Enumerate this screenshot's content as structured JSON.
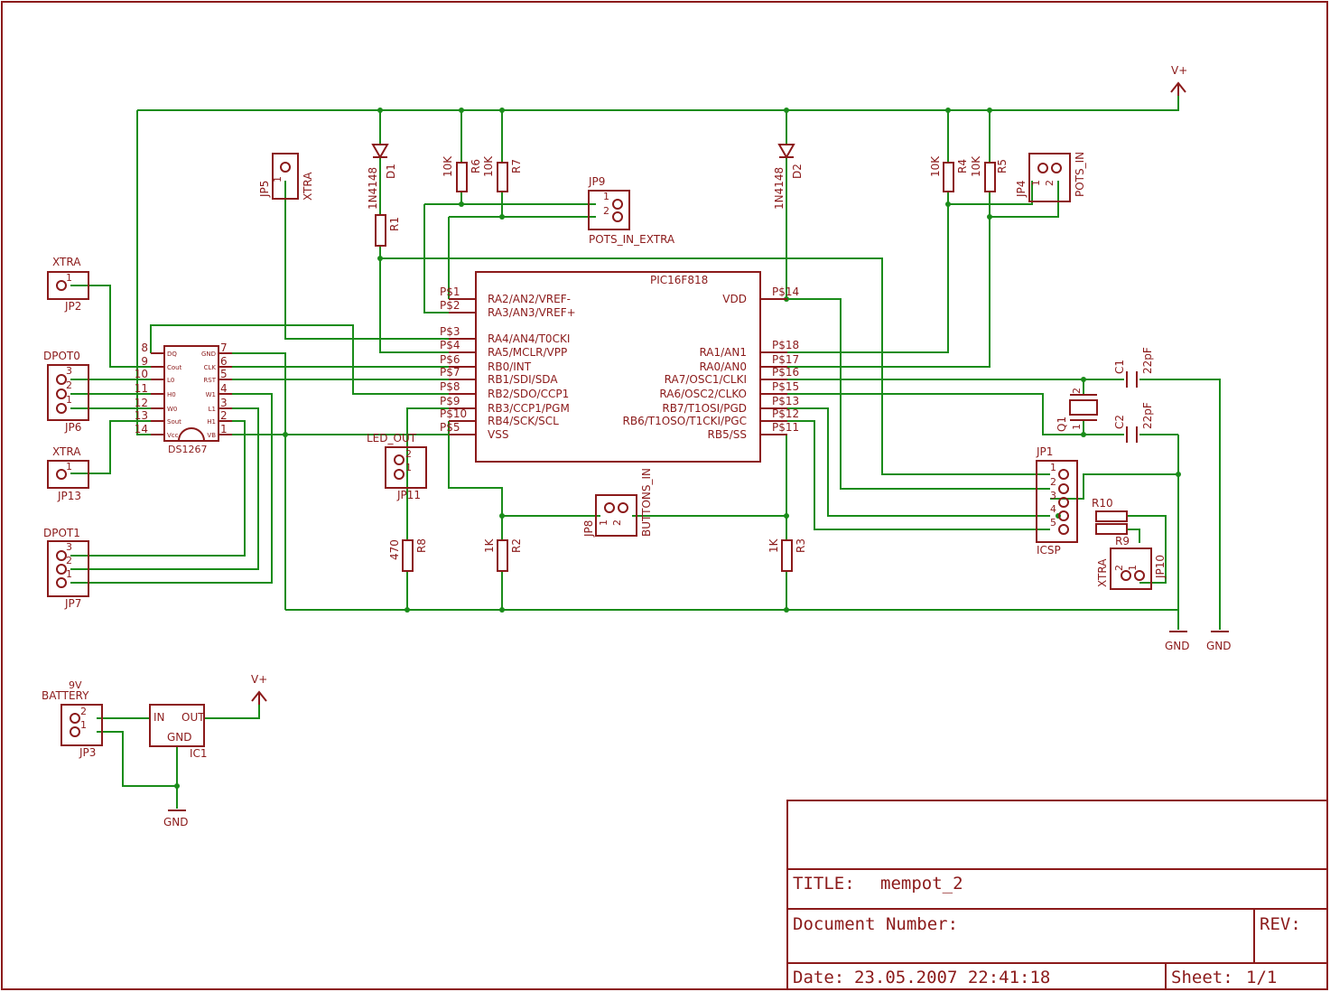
{
  "title_block": {
    "title_label": "TITLE:",
    "title_value": "mempot_2",
    "docnum_label": "Document Number:",
    "rev_label": "REV:",
    "date_label": "Date:",
    "date_value": "23.05.2007 22:41:18",
    "sheet_label": "Sheet:",
    "sheet_value": "1/1"
  },
  "mcu": {
    "name": "PIC16F818",
    "left_pins": [
      {
        "pad": "P$1",
        "label": "RA2/AN2/VREF-"
      },
      {
        "pad": "P$2",
        "label": "RA3/AN3/VREF+"
      },
      {
        "pad": "P$3",
        "label": "RA4/AN4/T0CKI"
      },
      {
        "pad": "P$4",
        "label": "RA5/MCLR/VPP"
      },
      {
        "pad": "P$6",
        "label": "RB0/INT"
      },
      {
        "pad": "P$7",
        "label": "RB1/SDI/SDA"
      },
      {
        "pad": "P$8",
        "label": "RB2/SDO/CCP1"
      },
      {
        "pad": "P$9",
        "label": "RB3/CCP1/PGM"
      },
      {
        "pad": "P$10",
        "label": "RB4/SCK/SCL"
      },
      {
        "pad": "P$5",
        "label": "VSS"
      }
    ],
    "right_pins": [
      {
        "pad": "P$14",
        "label": "VDD"
      },
      {
        "pad": "P$18",
        "label": "RA1/AN1"
      },
      {
        "pad": "P$17",
        "label": "RA0/AN0"
      },
      {
        "pad": "P$16",
        "label": "RA7/OSC1/CLKI"
      },
      {
        "pad": "P$15",
        "label": "RA6/OSC2/CLKO"
      },
      {
        "pad": "P$13",
        "label": "RB7/T1OSI/PGD"
      },
      {
        "pad": "P$12",
        "label": "RB6/T1OSO/T1CKI/PGC"
      },
      {
        "pad": "P$11",
        "label": "RB5/SS"
      }
    ]
  },
  "ds1267": {
    "name": "DS1267",
    "left_nums": [
      "8",
      "9",
      "10",
      "11",
      "12",
      "13",
      "14"
    ],
    "left_labels": [
      "DQ",
      "Cout",
      "L0",
      "H0",
      "W0",
      "Sout",
      "Vcc"
    ],
    "right_nums": [
      "7",
      "6",
      "5",
      "4",
      "3",
      "2",
      "1"
    ],
    "right_labels": [
      "GND",
      "CLK",
      "RST",
      "W1",
      "L1",
      "H1",
      "VB"
    ]
  },
  "connectors": {
    "jp2": {
      "name": "JP2",
      "value": "XTRA",
      "pin": "1"
    },
    "jp6": {
      "name": "JP6",
      "value": "DPOT0",
      "pins": [
        "3",
        "2",
        "1"
      ]
    },
    "jp13": {
      "name": "JP13",
      "value": "XTRA",
      "pin": "1"
    },
    "jp7": {
      "name": "JP7",
      "value": "DPOT1",
      "pins": [
        "3",
        "2",
        "1"
      ]
    },
    "jp5": {
      "name": "JP5",
      "value": "XTRA",
      "pin": "1"
    },
    "jp9": {
      "name": "JP9",
      "value": "POTS_IN_EXTRA",
      "pins": [
        "1",
        "2"
      ]
    },
    "jp4": {
      "name": "JP4",
      "value": "POTS_IN",
      "pins": [
        "1",
        "2"
      ]
    },
    "jp11": {
      "name": "JP11",
      "value": "LED_OUT",
      "pins": [
        "2",
        "1"
      ]
    },
    "jp8": {
      "name": "JP8",
      "value": "BUTTONS_IN",
      "pins": [
        "1",
        "2"
      ]
    },
    "jp1": {
      "name": "JP1",
      "value": "ICSP",
      "pins": [
        "1",
        "2",
        "3",
        "4",
        "5"
      ]
    },
    "jp10": {
      "name": "JP10",
      "value": "XTRA",
      "pins": [
        "2",
        "1"
      ]
    },
    "jp3": {
      "name": "JP3",
      "value": "BATTERY",
      "pins": [
        "2",
        "1"
      ],
      "extra": "9V"
    }
  },
  "passives": {
    "d1": {
      "name": "D1",
      "value": "1N4148"
    },
    "d2": {
      "name": "D2",
      "value": "1N4148"
    },
    "r1": {
      "name": "R1"
    },
    "r6": {
      "name": "R6",
      "value": "10K"
    },
    "r7": {
      "name": "R7",
      "value": "10K"
    },
    "r4": {
      "name": "R4",
      "value": "10K"
    },
    "r5": {
      "name": "R5",
      "value": "10K"
    },
    "r8": {
      "name": "R8",
      "value": "470"
    },
    "r2": {
      "name": "R2",
      "value": "1K"
    },
    "r3": {
      "name": "R3",
      "value": "1K"
    },
    "r10": {
      "name": "R10"
    },
    "r9": {
      "name": "R9"
    },
    "c1": {
      "name": "C1",
      "value": "22pF"
    },
    "c2": {
      "name": "C2",
      "value": "22pF"
    },
    "q1": {
      "name": "Q1",
      "pins": [
        "2",
        "1"
      ]
    }
  },
  "regulator": {
    "name": "IC1",
    "in": "IN",
    "out": "OUT",
    "gnd": "GND"
  },
  "supplies": {
    "vplus": "V+",
    "gnd": "GND"
  }
}
